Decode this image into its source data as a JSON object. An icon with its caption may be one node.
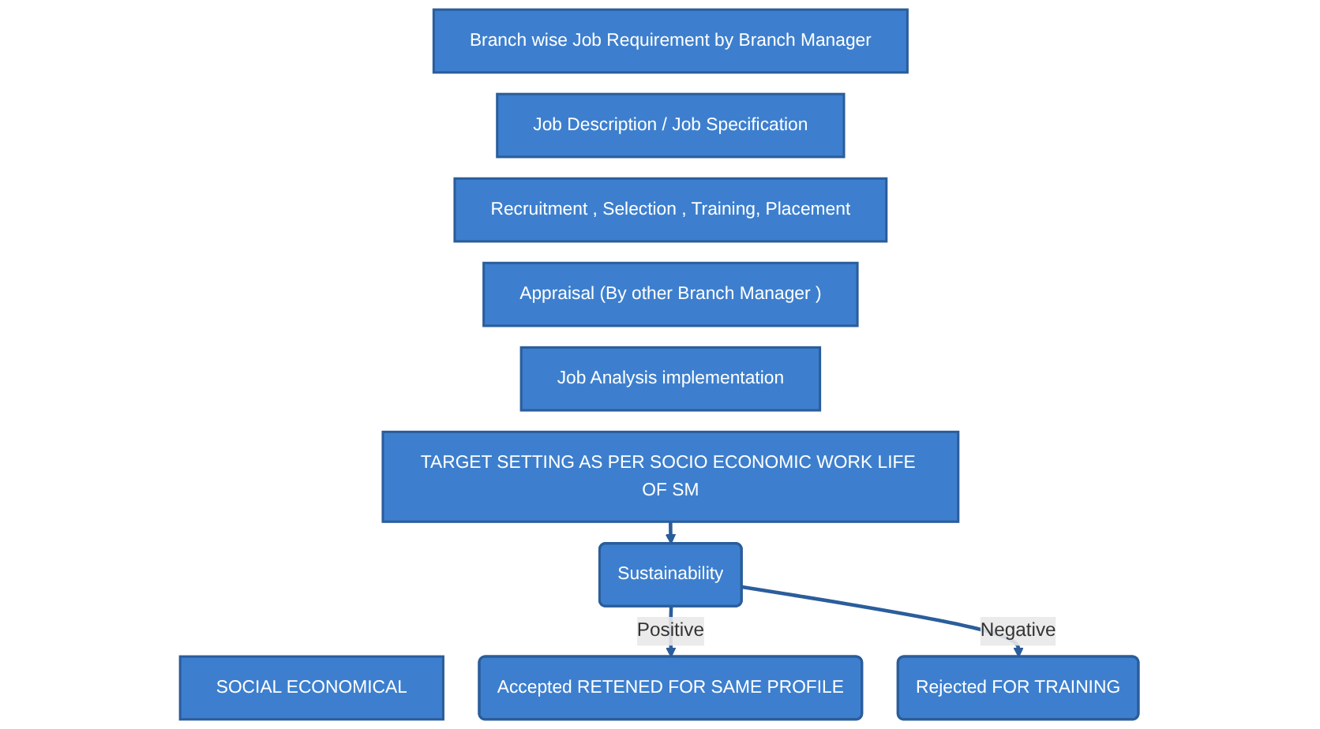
{
  "diagram": {
    "nodes": [
      {
        "text": [
          "Branch wise Job Requirement by Branch Manager"
        ]
      },
      {
        "text": [
          "Job Description / Job Specification"
        ]
      },
      {
        "text": [
          "Recruitment , Selection , Training, Placement"
        ]
      },
      {
        "text": [
          "Appraisal (By other Branch Manager )"
        ]
      },
      {
        "text": [
          "Job Analysis implementation"
        ]
      },
      {
        "text": [
          "TARGET SETTING AS PER SOCIO ECONOMIC WORK LIFE OF SM"
        ]
      },
      {
        "text": [
          "Sustainability"
        ]
      },
      {
        "text": [
          "Accepted RETENED FOR SAME PROFILE"
        ]
      },
      {
        "text": [
          "SOCIAL ECONOMICAL"
        ]
      },
      {
        "text": [
          "Rejected FOR TRAINING"
        ]
      }
    ],
    "edges": [
      {
        "from": 5,
        "to": 6,
        "arrow": "to"
      },
      {
        "from": 6,
        "to": 7,
        "label": "Positive",
        "arrow": "to"
      },
      {
        "from": 6,
        "to": 9,
        "label": "Negative",
        "arrow": "to"
      }
    ]
  }
}
